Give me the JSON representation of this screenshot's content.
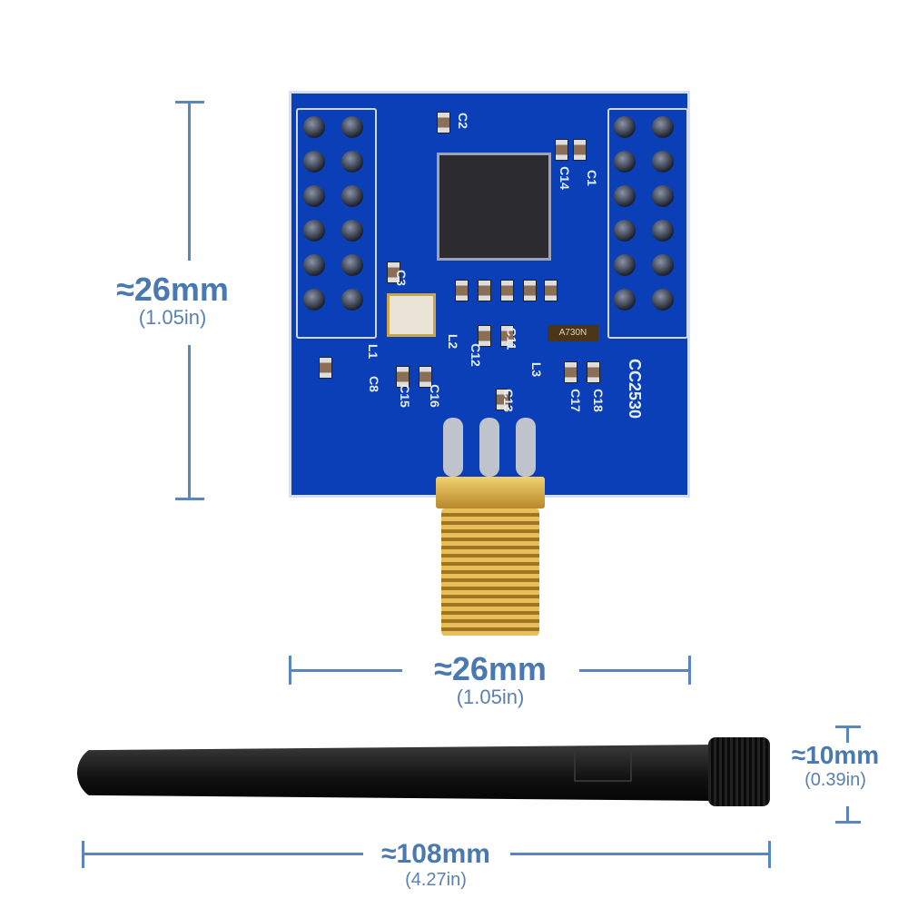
{
  "dimensions": {
    "board_height": {
      "mm": "≈26mm",
      "in": "(1.05in)"
    },
    "board_width": {
      "mm": "≈26mm",
      "in": "(1.05in)"
    },
    "antenna_diameter": {
      "mm": "≈10mm",
      "in": "(0.39in)"
    },
    "antenna_length": {
      "mm": "≈108mm",
      "in": "(4.27in)"
    }
  },
  "board_labels": {
    "model": "CC2530",
    "inductor": "A730N",
    "components": [
      "C2",
      "C1",
      "C14",
      "C3",
      "L2",
      "C12",
      "C11",
      "L3",
      "C13",
      "C15",
      "C16",
      "C17",
      "C18",
      "L1",
      "C8"
    ]
  },
  "colors": {
    "dimension": "#4a78b0",
    "pcb": "#0a3fb8",
    "connector": "#c9a03a",
    "antenna": "#1a1a1a"
  }
}
